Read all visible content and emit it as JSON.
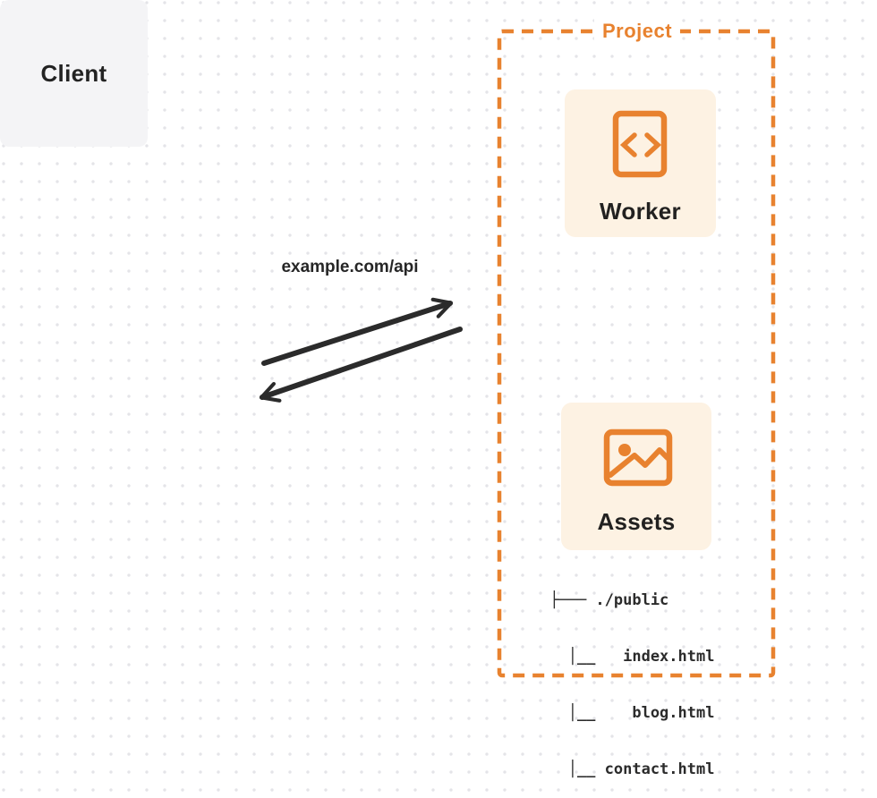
{
  "diagram": {
    "client": {
      "label": "Client"
    },
    "request": {
      "url_label": "example.com/api"
    },
    "project": {
      "label": "Project",
      "worker": {
        "label": "Worker",
        "icon": "code-file-icon"
      },
      "assets": {
        "label": "Assets",
        "icon": "image-icon"
      },
      "file_tree": {
        "lines": [
          " ├─── ./public",
          "   │__   index.html",
          "   │__    blog.html",
          "   │__ contact.html"
        ]
      }
    },
    "colors": {
      "accent_orange": "#e8822f",
      "card_peach": "#fdf2e3",
      "client_gray": "#f4f4f6",
      "ink": "#2b2b2b"
    }
  }
}
